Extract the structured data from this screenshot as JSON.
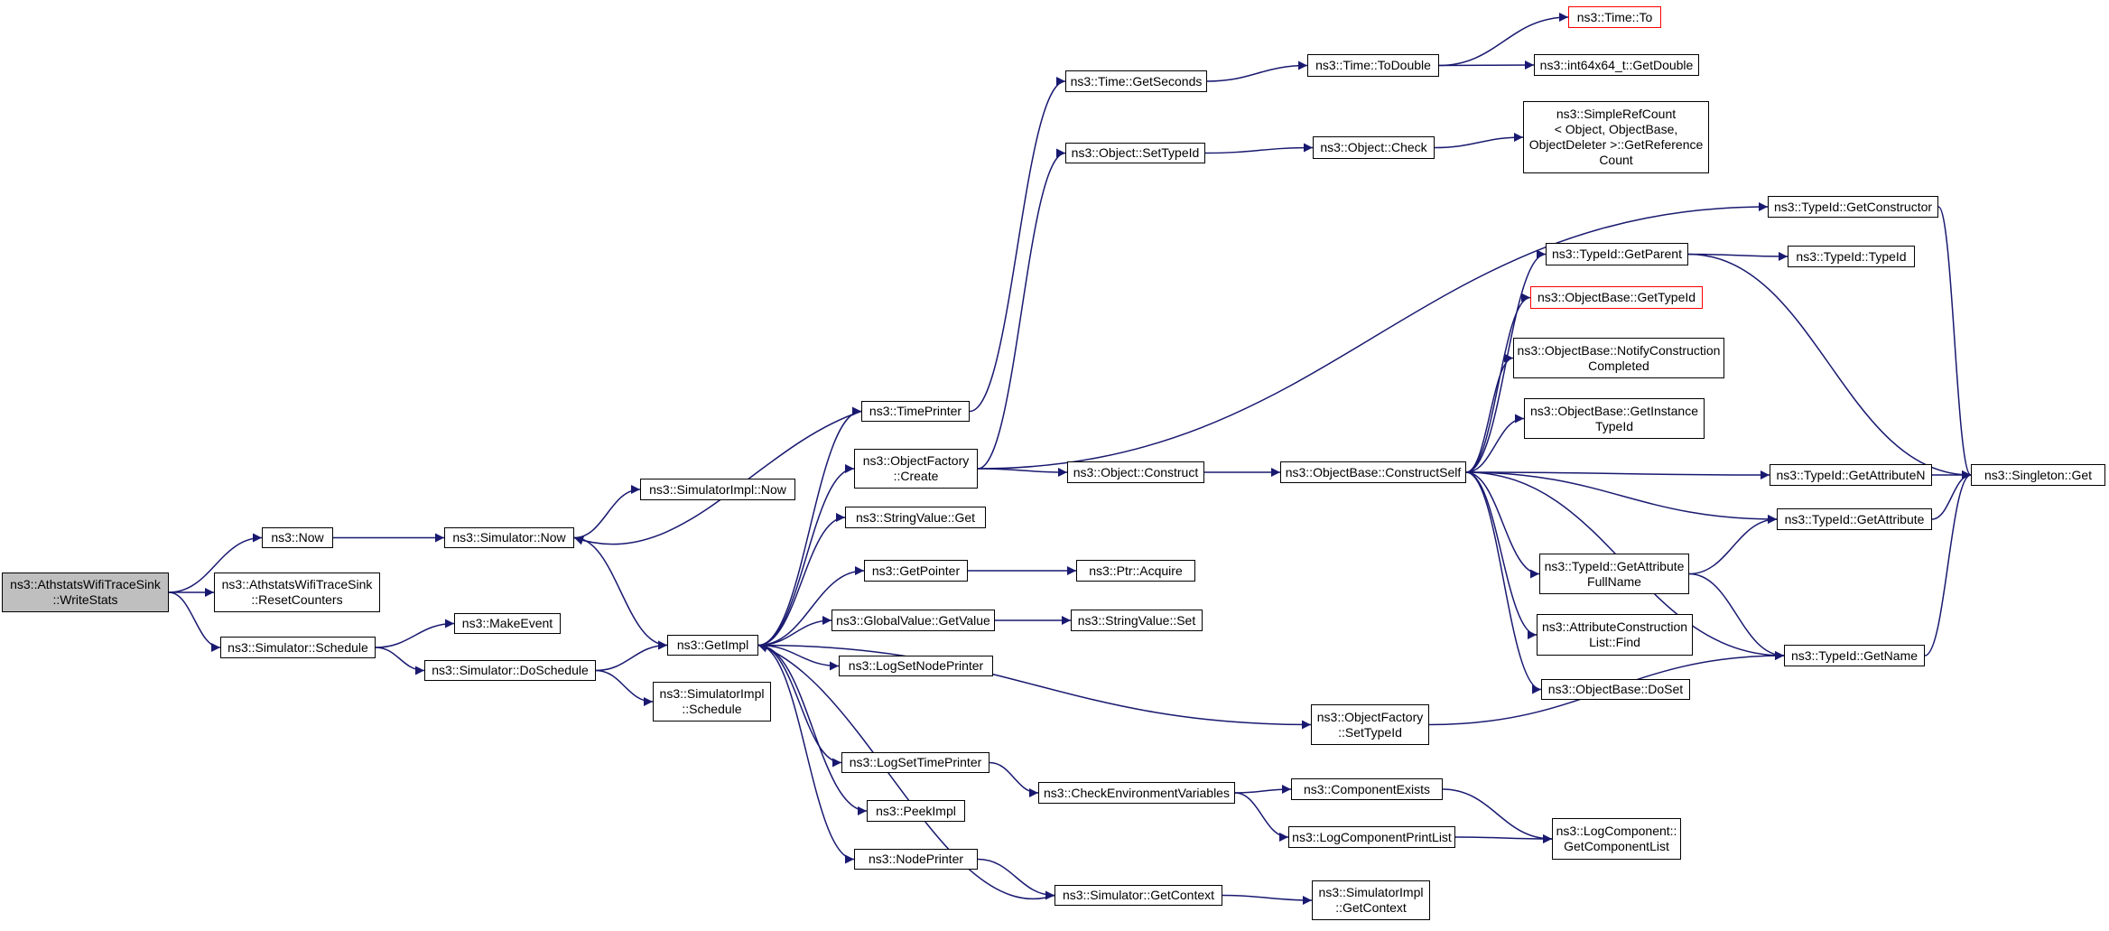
{
  "colors": {
    "edge": "#191970",
    "missing_border": "#ff0000",
    "root_fill": "#bfbfbf"
  },
  "nodes": [
    {
      "id": "writestats",
      "lines": [
        "ns3::AthstatsWifiTraceSink",
        "::WriteStats"
      ],
      "root": true
    },
    {
      "id": "now",
      "lines": [
        "ns3::Now"
      ]
    },
    {
      "id": "resetcounters",
      "lines": [
        "ns3::AthstatsWifiTraceSink",
        "::ResetCounters"
      ]
    },
    {
      "id": "sim_schedule",
      "lines": [
        "ns3::Simulator::Schedule"
      ]
    },
    {
      "id": "sim_now",
      "lines": [
        "ns3::Simulator::Now"
      ]
    },
    {
      "id": "makeevent",
      "lines": [
        "ns3::MakeEvent"
      ]
    },
    {
      "id": "doschedule",
      "lines": [
        "ns3::Simulator::DoSchedule"
      ]
    },
    {
      "id": "simimpl_now",
      "lines": [
        "ns3::SimulatorImpl::Now"
      ]
    },
    {
      "id": "getimpl",
      "lines": [
        "ns3::GetImpl"
      ]
    },
    {
      "id": "simimpl_schedule",
      "lines": [
        "ns3::SimulatorImpl",
        "::Schedule"
      ]
    },
    {
      "id": "timeprinter",
      "lines": [
        "ns3::TimePrinter"
      ]
    },
    {
      "id": "of_create",
      "lines": [
        "ns3::ObjectFactory",
        "::Create"
      ]
    },
    {
      "id": "sv_get",
      "lines": [
        "ns3::StringValue::Get"
      ]
    },
    {
      "id": "getpointer",
      "lines": [
        "ns3::GetPointer"
      ]
    },
    {
      "id": "gv_getvalue",
      "lines": [
        "ns3::GlobalValue::GetValue"
      ]
    },
    {
      "id": "lognodeprinter",
      "lines": [
        "ns3::LogSetNodePrinter"
      ]
    },
    {
      "id": "logtimeprinter",
      "lines": [
        "ns3::LogSetTimePrinter"
      ]
    },
    {
      "id": "peekimpl",
      "lines": [
        "ns3::PeekImpl"
      ]
    },
    {
      "id": "nodeprinter",
      "lines": [
        "ns3::NodePrinter"
      ]
    },
    {
      "id": "time_getseconds",
      "lines": [
        "ns3::Time::GetSeconds"
      ]
    },
    {
      "id": "obj_settypeid",
      "lines": [
        "ns3::Object::SetTypeId"
      ]
    },
    {
      "id": "obj_construct",
      "lines": [
        "ns3::Object::Construct"
      ]
    },
    {
      "id": "ptr_acquire",
      "lines": [
        "ns3::Ptr::Acquire"
      ]
    },
    {
      "id": "sv_set",
      "lines": [
        "ns3::StringValue::Set"
      ]
    },
    {
      "id": "checkenv",
      "lines": [
        "ns3::CheckEnvironmentVariables"
      ]
    },
    {
      "id": "sim_getcontext",
      "lines": [
        "ns3::Simulator::GetContext"
      ]
    },
    {
      "id": "time_todouble",
      "lines": [
        "ns3::Time::ToDouble"
      ]
    },
    {
      "id": "obj_check",
      "lines": [
        "ns3::Object::Check"
      ]
    },
    {
      "id": "ob_constructself",
      "lines": [
        "ns3::ObjectBase::ConstructSelf"
      ]
    },
    {
      "id": "of_settypeid",
      "lines": [
        "ns3::ObjectFactory",
        "::SetTypeId"
      ]
    },
    {
      "id": "compexists",
      "lines": [
        "ns3::ComponentExists"
      ]
    },
    {
      "id": "logcompprintlist",
      "lines": [
        "ns3::LogComponentPrintList"
      ]
    },
    {
      "id": "simimpl_getcontext",
      "lines": [
        "ns3::SimulatorImpl",
        "::GetContext"
      ]
    },
    {
      "id": "time_to",
      "lines": [
        "ns3::Time::To"
      ],
      "missing": true
    },
    {
      "id": "int64_getdouble",
      "lines": [
        "ns3::int64x64_t::GetDouble"
      ]
    },
    {
      "id": "simplerefcount",
      "lines": [
        "ns3::SimpleRefCount",
        "< Object, ObjectBase,",
        "ObjectDeleter >::GetReference",
        "Count"
      ]
    },
    {
      "id": "tid_getparent",
      "lines": [
        "ns3::TypeId::GetParent"
      ]
    },
    {
      "id": "ob_gettypeid",
      "lines": [
        "ns3::ObjectBase::GetTypeId"
      ],
      "missing": true
    },
    {
      "id": "ob_notify",
      "lines": [
        "ns3::ObjectBase::NotifyConstruction",
        "Completed"
      ]
    },
    {
      "id": "ob_getinstance",
      "lines": [
        "ns3::ObjectBase::GetInstance",
        "TypeId"
      ]
    },
    {
      "id": "tid_getattrfullname",
      "lines": [
        "ns3::TypeId::GetAttribute",
        "FullName"
      ]
    },
    {
      "id": "acl_find",
      "lines": [
        "ns3::AttributeConstruction",
        "List::Find"
      ]
    },
    {
      "id": "ob_doset",
      "lines": [
        "ns3::ObjectBase::DoSet"
      ]
    },
    {
      "id": "lc_getcomplist",
      "lines": [
        "ns3::LogComponent::",
        "GetComponentList"
      ]
    },
    {
      "id": "tid_getconstructor",
      "lines": [
        "ns3::TypeId::GetConstructor"
      ]
    },
    {
      "id": "tid_typeid",
      "lines": [
        "ns3::TypeId::TypeId"
      ]
    },
    {
      "id": "tid_getattributen",
      "lines": [
        "ns3::TypeId::GetAttributeN"
      ]
    },
    {
      "id": "tid_getattribute",
      "lines": [
        "ns3::TypeId::GetAttribute"
      ]
    },
    {
      "id": "tid_getname",
      "lines": [
        "ns3::TypeId::GetName"
      ]
    },
    {
      "id": "singleton_get",
      "lines": [
        "ns3::Singleton::Get"
      ]
    }
  ],
  "edges": [
    [
      "writestats",
      "now"
    ],
    [
      "writestats",
      "resetcounters"
    ],
    [
      "writestats",
      "sim_schedule"
    ],
    [
      "now",
      "sim_now"
    ],
    [
      "sim_now",
      "simimpl_now"
    ],
    [
      "sim_now",
      "getimpl"
    ],
    [
      "sim_schedule",
      "makeevent"
    ],
    [
      "sim_schedule",
      "doschedule"
    ],
    [
      "doschedule",
      "getimpl"
    ],
    [
      "doschedule",
      "simimpl_schedule"
    ],
    [
      "getimpl",
      "timeprinter"
    ],
    [
      "getimpl",
      "of_create"
    ],
    [
      "getimpl",
      "sv_get"
    ],
    [
      "getimpl",
      "getpointer"
    ],
    [
      "getimpl",
      "gv_getvalue"
    ],
    [
      "getimpl",
      "lognodeprinter"
    ],
    [
      "getimpl",
      "logtimeprinter"
    ],
    [
      "getimpl",
      "peekimpl"
    ],
    [
      "getimpl",
      "nodeprinter"
    ],
    [
      "getimpl",
      "of_settypeid"
    ],
    [
      "timeprinter",
      "sim_now"
    ],
    [
      "timeprinter",
      "time_getseconds"
    ],
    [
      "of_create",
      "obj_settypeid"
    ],
    [
      "of_create",
      "obj_construct"
    ],
    [
      "of_create",
      "tid_getconstructor"
    ],
    [
      "getpointer",
      "ptr_acquire"
    ],
    [
      "gv_getvalue",
      "sv_set"
    ],
    [
      "logtimeprinter",
      "checkenv"
    ],
    [
      "nodeprinter",
      "sim_getcontext"
    ],
    [
      "sim_getcontext",
      "getimpl"
    ],
    [
      "sim_getcontext",
      "simimpl_getcontext"
    ],
    [
      "checkenv",
      "compexists"
    ],
    [
      "checkenv",
      "logcompprintlist"
    ],
    [
      "compexists",
      "lc_getcomplist"
    ],
    [
      "logcompprintlist",
      "lc_getcomplist"
    ],
    [
      "time_getseconds",
      "time_todouble"
    ],
    [
      "time_todouble",
      "time_to"
    ],
    [
      "time_todouble",
      "int64_getdouble"
    ],
    [
      "obj_settypeid",
      "obj_check"
    ],
    [
      "obj_check",
      "simplerefcount"
    ],
    [
      "obj_construct",
      "ob_constructself"
    ],
    [
      "ob_constructself",
      "tid_getparent"
    ],
    [
      "ob_constructself",
      "ob_gettypeid"
    ],
    [
      "ob_constructself",
      "ob_notify"
    ],
    [
      "ob_constructself",
      "ob_getinstance"
    ],
    [
      "ob_constructself",
      "tid_getattributen"
    ],
    [
      "ob_constructself",
      "tid_getattribute"
    ],
    [
      "ob_constructself",
      "tid_getattrfullname"
    ],
    [
      "ob_constructself",
      "acl_find"
    ],
    [
      "ob_constructself",
      "ob_doset"
    ],
    [
      "ob_constructself",
      "tid_getname"
    ],
    [
      "tid_getparent",
      "tid_typeid"
    ],
    [
      "tid_getparent",
      "singleton_get"
    ],
    [
      "tid_getconstructor",
      "singleton_get"
    ],
    [
      "tid_getattributen",
      "singleton_get"
    ],
    [
      "tid_getattribute",
      "singleton_get"
    ],
    [
      "tid_getname",
      "singleton_get"
    ],
    [
      "tid_getattrfullname",
      "tid_getattribute"
    ],
    [
      "tid_getattrfullname",
      "tid_getname"
    ],
    [
      "of_settypeid",
      "tid_getname"
    ]
  ]
}
